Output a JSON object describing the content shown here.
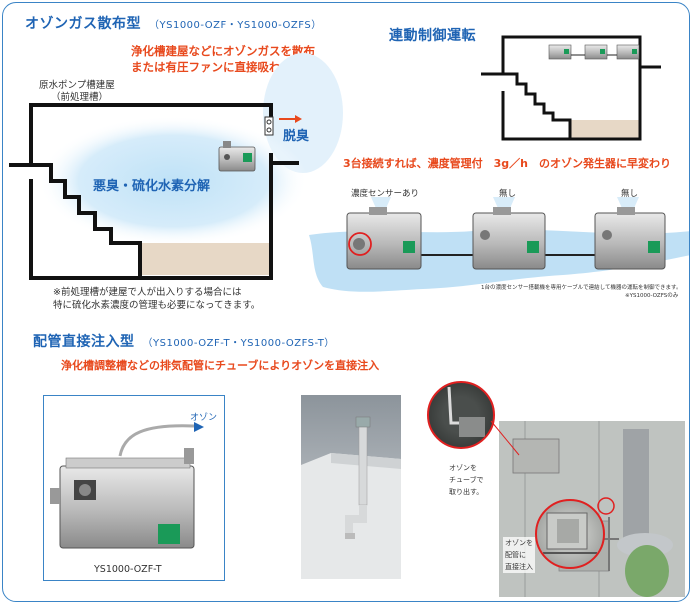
{
  "section1": {
    "title": "オゾンガス散布型",
    "model": "（YS1000-OZF・YS1000-OZFS）",
    "tagline_1": "浄化槽建屋などにオゾンガスを散布",
    "tagline_2": "または有圧ファンに直接吸わせます。",
    "building_label_1": "原水ポンプ槽建屋",
    "building_label_2": "（前処理槽）",
    "deodorize_label": "脱臭",
    "cloud_label": "悪臭・硫化水素分解",
    "note_1": "※前処理槽が建屋で人が出入りする場合には",
    "note_2": "特に硫化水素濃度の管理も必要になってきます。"
  },
  "section2": {
    "title": "連動制御運転",
    "tagline": "3台接続すれば、濃度管理付　3g／h　のオゾン発生器に早変わり",
    "unit_labels": [
      "濃度センサーあり",
      "無し",
      "無し"
    ],
    "footnote_1": "1台の濃度センサー搭載機を専用ケーブルで連結して機器の運転を制御できます。",
    "footnote_2": "※YS1000-OZFSのみ"
  },
  "section3": {
    "title": "配管直接注入型",
    "model": "（YS1000-OZF-T・YS1000-OZFS-T）",
    "tagline": "浄化槽調整槽などの排気配管にチューブによりオゾンを直接注入",
    "ozone_label": "オゾン",
    "product_caption": "YS1000-OZF-T",
    "callout_1": [
      "オゾンを",
      "チューブで",
      "取り出す。"
    ],
    "callout_2": [
      "オゾンを",
      "配管に",
      "直接注入"
    ]
  },
  "colors": {
    "accent_blue": "#1f64b4",
    "accent_red": "#e8491d",
    "frame_blue": "#3a84c6",
    "cloud_blue": "#cfe8f7",
    "water_blue": "#bfe0f5",
    "sludge": "#e7d8c6"
  },
  "icons": [
    "arrow-right-icon",
    "fan-icon",
    "circle-highlight-icon"
  ]
}
